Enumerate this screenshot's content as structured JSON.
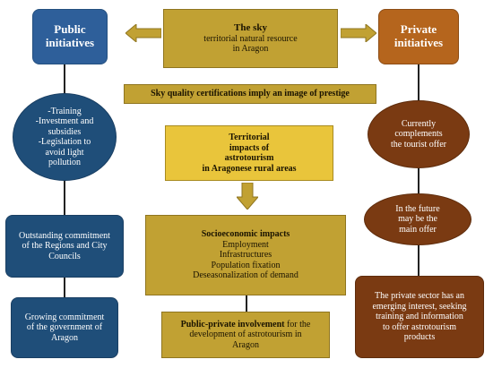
{
  "public": {
    "title_line1": "Public",
    "title_line2": "initiatives",
    "ellipse_lines": [
      "-Training",
      "-Investment and",
      "subsidies",
      "-Legislation to",
      "avoid light",
      "pollution"
    ],
    "box1_lines": [
      "Outstanding commitment",
      "of the Regions and City",
      "Councils"
    ],
    "box2_lines": [
      "Growing commitment",
      "of the government of",
      "Aragon"
    ]
  },
  "sky": {
    "title": "The sky",
    "lines": [
      "territorial natural resource",
      "in Aragon"
    ]
  },
  "certification": {
    "text": "Sky quality certifications imply an image of prestige"
  },
  "territorial": {
    "lines": [
      "Territorial",
      "impacts of",
      "astrotourism",
      "in Aragonese rural areas"
    ]
  },
  "socio": {
    "title": "Socioeconomic impacts",
    "items": [
      "Employment",
      "Infrastructures",
      "Population fixation",
      "Deseasonalization of demand"
    ]
  },
  "involvement": {
    "bold": "Public-private involvement",
    "rest_line1": " for the",
    "line2": "development of astrotourism in",
    "line3": "Aragon"
  },
  "private": {
    "title_line1": "Private",
    "title_line2": "initiatives",
    "ellipse1_lines": [
      "Currently",
      "complements",
      "the tourist offer"
    ],
    "ellipse2_lines": [
      "In the future",
      "may be the",
      "main offer"
    ],
    "box_lines": [
      "The private sector has an",
      "emerging interest, seeking",
      "training and information",
      "to offer astrotourism",
      "products"
    ]
  },
  "colors": {
    "blue": "#1f4e79",
    "olive": "#c1a133",
    "yellow": "#e9c53b",
    "brown": "#7a3a12",
    "orange": "#b5651d"
  }
}
